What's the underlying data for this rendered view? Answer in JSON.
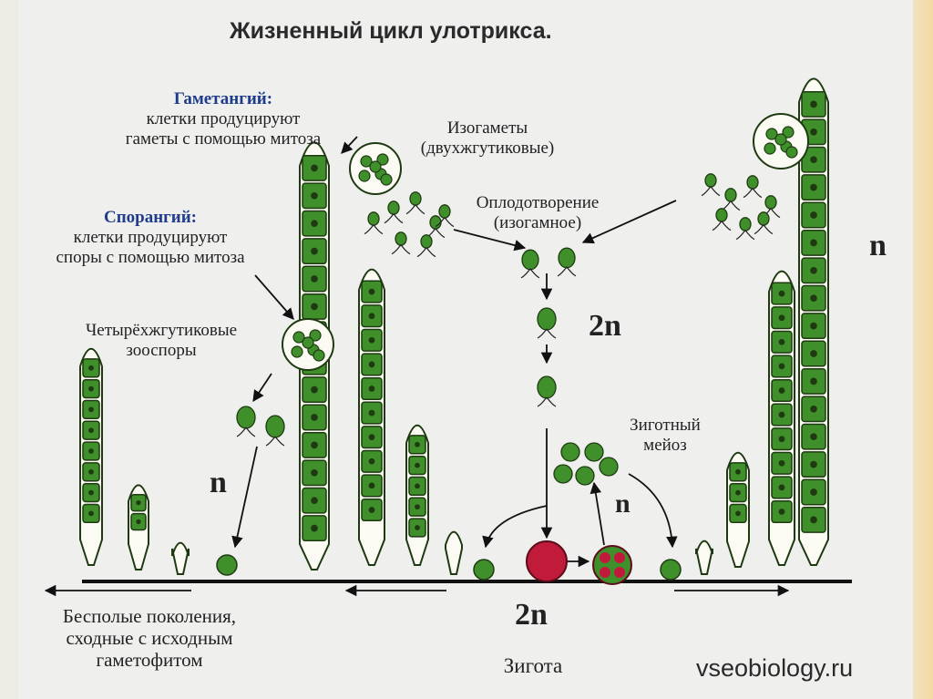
{
  "title": "Жизненный цикл улотрикса.",
  "labels": {
    "gametangium_title": "Гаметангий:",
    "gametangium_line1": "клетки продуцируют",
    "gametangium_line2": "гаметы с помощью митоза",
    "sporangium_title": "Спорангий:",
    "sporangium_line1": "клетки продуцируют",
    "sporangium_line2": "споры с помощью митоза",
    "zoospores_line1": "Четырёхжгутиковые",
    "zoospores_line2": "зооспоры",
    "isogametes_line1": "Изогаметы",
    "isogametes_line2": "(двухжгутиковые)",
    "fertilization_line1": "Оплодотворение",
    "fertilization_line2": "(изогамное)",
    "meiosis_line1": "Зиготный",
    "meiosis_line2": "мейоз",
    "asexual_line1": "Бесполые поколения,",
    "asexual_line2": "сходные с исходным",
    "asexual_line3": "гаметофитом",
    "zygote": "Зигота"
  },
  "ploidy": {
    "n_right": "n",
    "two_n_center": "2n",
    "n_left": "n",
    "n_meiosis": "n",
    "two_n_bottom": "2n"
  },
  "watermark": "vseobiology.ru",
  "colors": {
    "cell_fill": "#3f8f2a",
    "cell_dark": "#1f3a12",
    "zygote": "#c21a3a",
    "arrow": "#111111",
    "accent_blue": "#1f3c8c"
  }
}
